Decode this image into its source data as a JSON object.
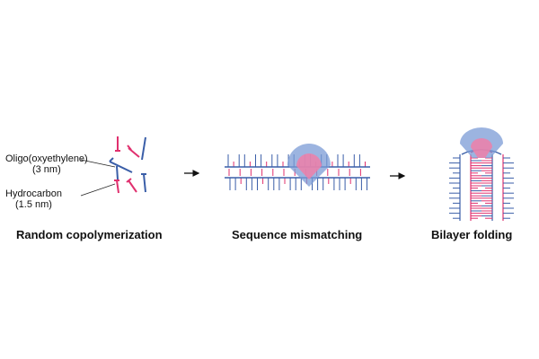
{
  "labels": {
    "oligo_name": "Oligo(oxyethylene)",
    "oligo_size": "(3 nm)",
    "hydro_name": "Hydrocarbon",
    "hydro_size": "(1.5 nm)"
  },
  "captions": {
    "step1": "Random copolymerization",
    "step2": "Sequence mismatching",
    "step3": "Bilayer folding"
  },
  "colors": {
    "oligo": "#3a5ea8",
    "hydro": "#e0306e",
    "highlight_blue": "#7b9bd6",
    "highlight_pink": "#ef7fa8",
    "arrow": "#111111"
  }
}
